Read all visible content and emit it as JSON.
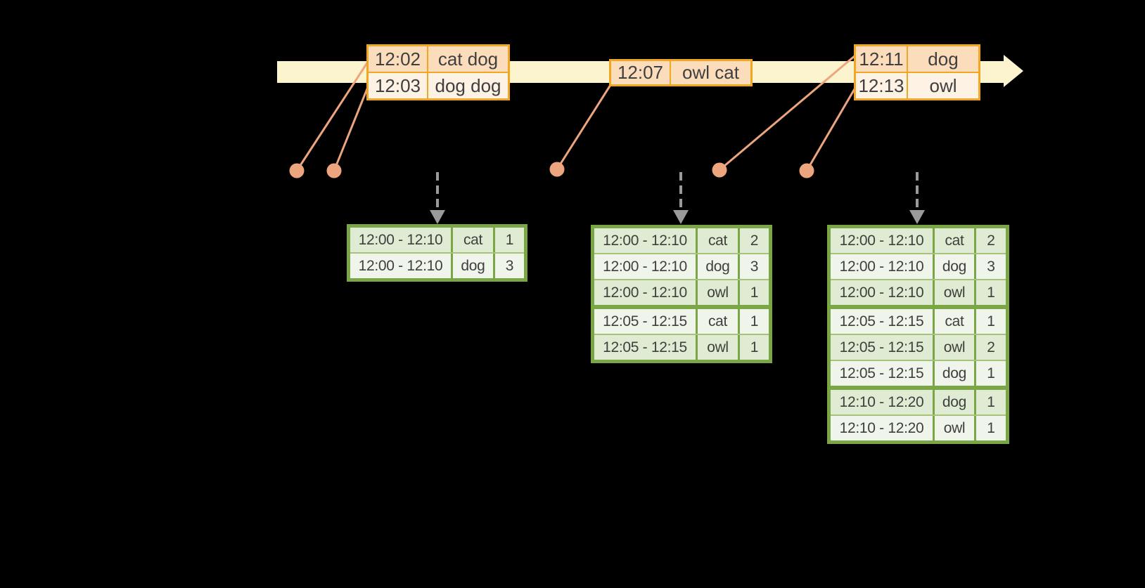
{
  "colors": {
    "background": "#000000",
    "timeline_fill": "#FCF3CF",
    "event_table_border": "#F1A722",
    "event_row_dark_fill": "#FBDDBB",
    "event_row_light_fill": "#FDF2E3",
    "event_marker": "#EDA57E",
    "result_table_border": "#7BA645",
    "result_row_dark_fill": "#DFEBD2",
    "result_row_light_fill": "#F0F5EB",
    "trigger_arrow": "#9A9A9A",
    "text": "#3F3F3F"
  },
  "event_tables": [
    {
      "rows": [
        {
          "time": "12:02",
          "words": "cat dog"
        },
        {
          "time": "12:03",
          "words": "dog dog"
        }
      ]
    },
    {
      "rows": [
        {
          "time": "12:07",
          "words": "owl cat"
        }
      ]
    },
    {
      "rows": [
        {
          "time": "12:11",
          "words": "dog"
        },
        {
          "time": "12:13",
          "words": "owl"
        }
      ]
    }
  ],
  "result_tables": [
    {
      "rows": [
        {
          "window": "12:00 - 12:10",
          "word": "cat",
          "count": "1"
        },
        {
          "window": "12:00 - 12:10",
          "word": "dog",
          "count": "3"
        }
      ]
    },
    {
      "rows": [
        {
          "window": "12:00 - 12:10",
          "word": "cat",
          "count": "2"
        },
        {
          "window": "12:00 - 12:10",
          "word": "dog",
          "count": "3"
        },
        {
          "window": "12:00 - 12:10",
          "word": "owl",
          "count": "1"
        },
        {
          "window": "12:05 - 12:15",
          "word": "cat",
          "count": "1"
        },
        {
          "window": "12:05 - 12:15",
          "word": "owl",
          "count": "1"
        }
      ]
    },
    {
      "rows": [
        {
          "window": "12:00 - 12:10",
          "word": "cat",
          "count": "2"
        },
        {
          "window": "12:00 - 12:10",
          "word": "dog",
          "count": "3"
        },
        {
          "window": "12:00 - 12:10",
          "word": "owl",
          "count": "1"
        },
        {
          "window": "12:05 - 12:15",
          "word": "cat",
          "count": "1"
        },
        {
          "window": "12:05 - 12:15",
          "word": "owl",
          "count": "2"
        },
        {
          "window": "12:05 - 12:15",
          "word": "dog",
          "count": "1"
        },
        {
          "window": "12:10 - 12:20",
          "word": "dog",
          "count": "1"
        },
        {
          "window": "12:10 - 12:20",
          "word": "owl",
          "count": "1"
        }
      ]
    }
  ]
}
